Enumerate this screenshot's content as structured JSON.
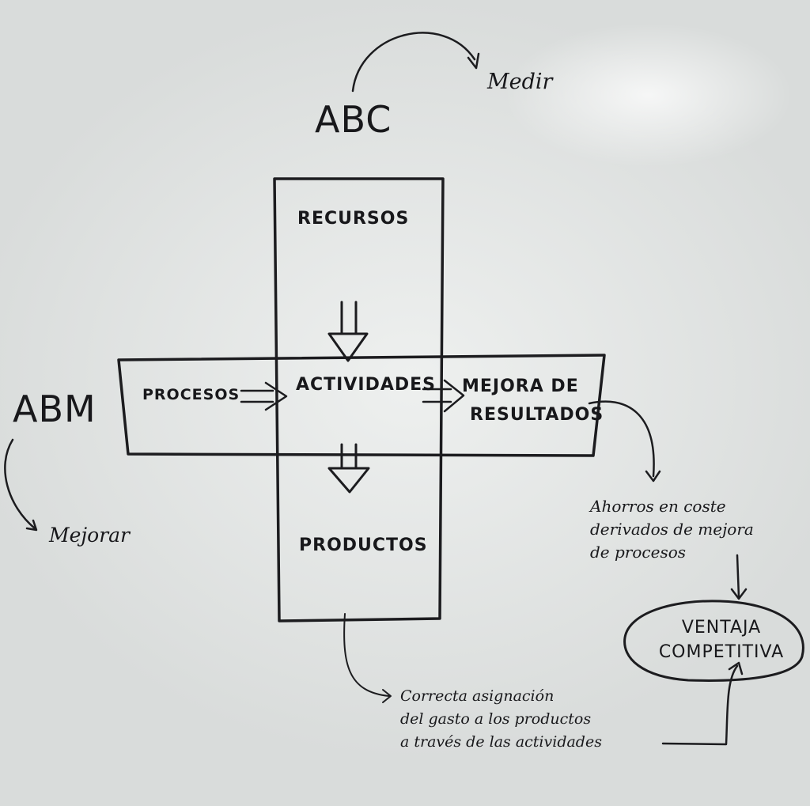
{
  "labels": {
    "abc": "ABC",
    "medir": "Medir",
    "abm": "ABM",
    "mejorar": "Mejorar",
    "recursos": "RECURSOS",
    "procesos": "PROCESOS",
    "actividades": "ACTIVIDADES",
    "mejora_line1": "MEJORA DE",
    "mejora_line2": "RESULTADOS",
    "productos": "PRODUCTOS"
  },
  "notes": {
    "ahorros": [
      "Ahorros en coste",
      "derivados de mejora",
      "de procesos"
    ],
    "asignacion": [
      "Correcta asignación",
      "del gasto a los productos",
      "a través de las actividades"
    ],
    "ventaja": [
      "VENTAJA",
      "COMPETITIVA"
    ]
  }
}
